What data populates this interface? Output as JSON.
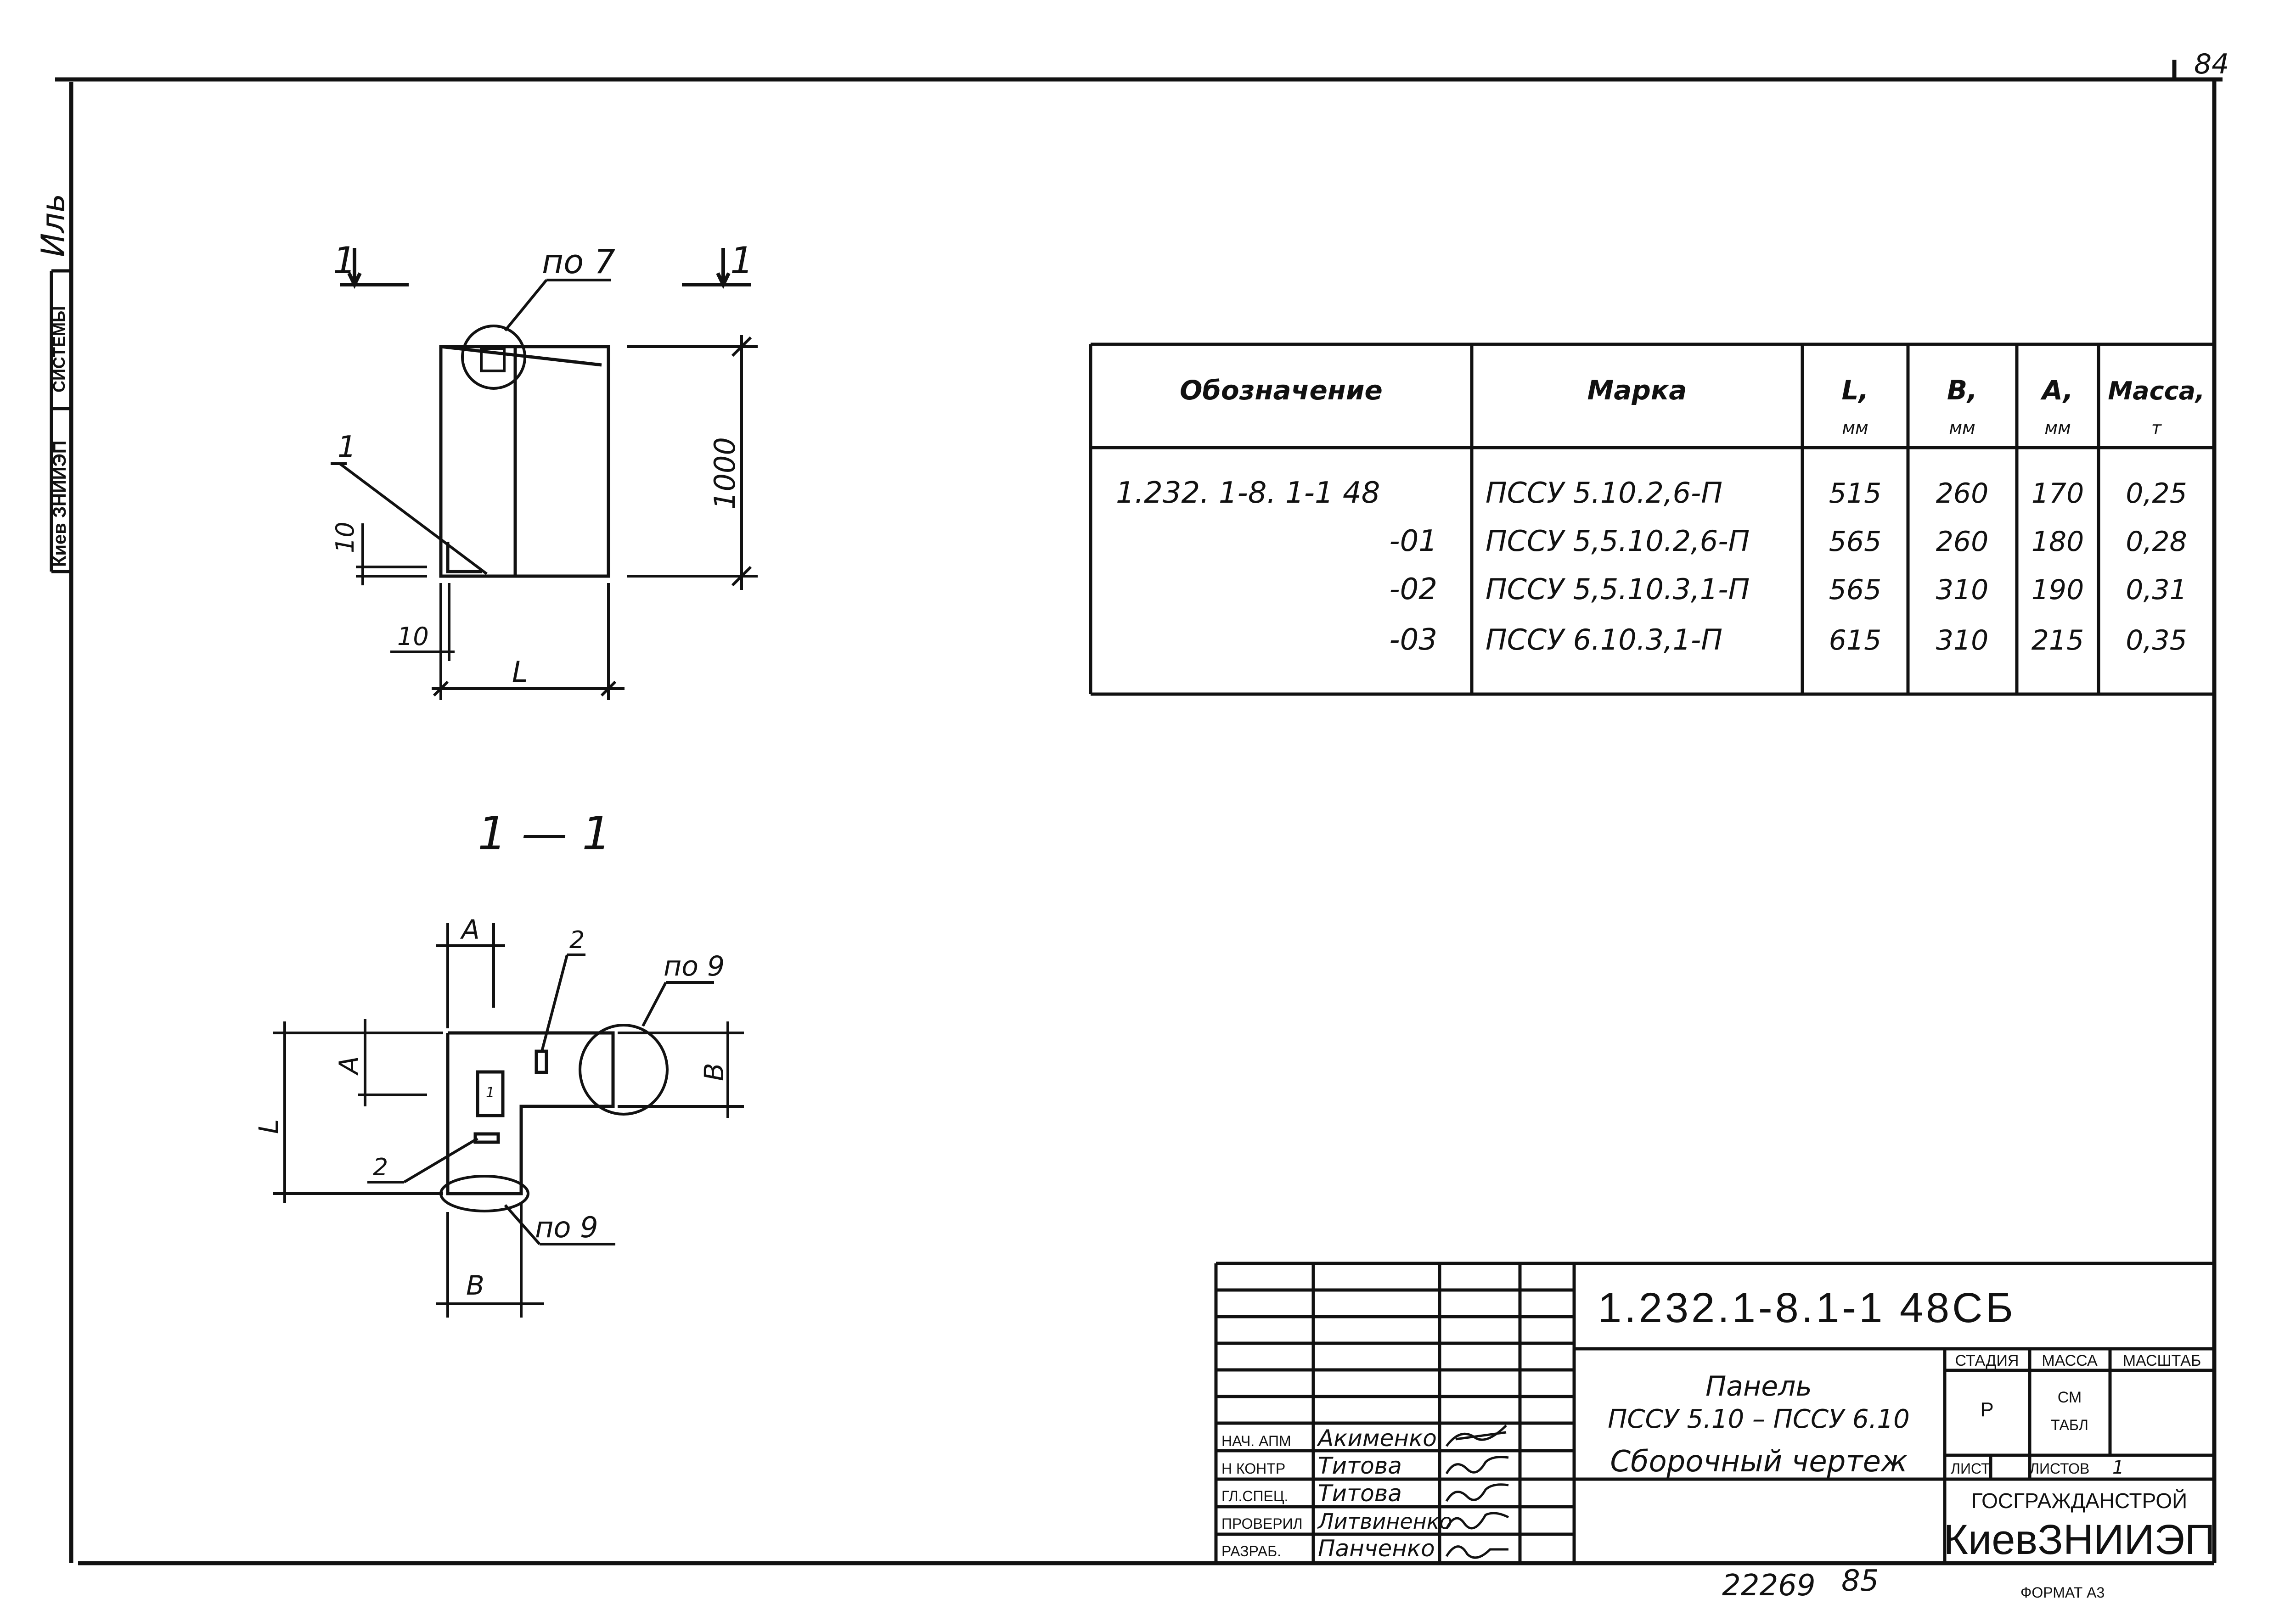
{
  "page_number": "84",
  "left_strip": {
    "org": "Киев ЗНИИЭП",
    "systems": "СИСТЕМЫ",
    "signature_text": "Иль"
  },
  "plan_view": {
    "cut_label_left": "1",
    "cut_label_right": "1",
    "callout_top": "по 7",
    "dim_height": "1000",
    "dim_small_vertical": "10",
    "dim_small_horizontal": "10",
    "dim_length": "L",
    "leader_part": "1"
  },
  "section_view": {
    "title": "1 — 1",
    "dim_a_top": "A",
    "dim_a_left": "A",
    "dim_l_left": "L",
    "dim_b_right": "B",
    "dim_b_bottom": "B",
    "callout_right": "по 9",
    "callout_bottom": "по 9",
    "leader_part_2a": "2",
    "leader_part_2b": "2",
    "inner_mark": "1"
  },
  "spec_table": {
    "headers": [
      {
        "label": "Обозначение",
        "unit": ""
      },
      {
        "label": "Марка",
        "unit": ""
      },
      {
        "label": "L,",
        "unit": "мм"
      },
      {
        "label": "B,",
        "unit": "мм"
      },
      {
        "label": "A,",
        "unit": "мм"
      },
      {
        "label": "Масса,",
        "unit": "т"
      }
    ],
    "rows": [
      [
        "1.232. 1-8. 1-1 48",
        "ПССУ 5.10.2,6-П",
        "515",
        "260",
        "170",
        "0,25"
      ],
      [
        "-01",
        "ПССУ 5,5.10.2,6-П",
        "565",
        "260",
        "180",
        "0,28"
      ],
      [
        "-02",
        "ПССУ 5,5.10.3,1-П",
        "565",
        "310",
        "190",
        "0,31"
      ],
      [
        "-03",
        "ПССУ 6.10.3,1-П",
        "615",
        "310",
        "215",
        "0,35"
      ]
    ]
  },
  "title_block": {
    "doc_number": "1.232.1-8.1-1 48СБ",
    "name_line1": "Панель",
    "name_line2": "ПССУ 5.10 – ПССУ 6.10",
    "name_line3": "Сборочный чертеж",
    "stage_header": "СТАДИЯ",
    "mass_header": "МАССА",
    "scale_header": "МАСШТАБ",
    "stage_value": "Р",
    "mass_value_1": "СМ",
    "mass_value_2": "ТАБЛ",
    "sheet_label": "ЛИСТ",
    "sheets_label": "ЛИСТОВ",
    "sheets_value": "1",
    "org_line1": "ГОСГРАЖДАНСТРОЙ",
    "org_line2": "КиевЗНИИЭП",
    "roles": [
      {
        "role": "НАЧ. АПМ",
        "name": "Акименко"
      },
      {
        "role": "Н КОНТР",
        "name": "Титова"
      },
      {
        "role": "ГЛ.СПЕЦ.",
        "name": "Титова"
      },
      {
        "role": "ПРОВЕРИЛ",
        "name": "Литвиненко"
      },
      {
        "role": "РАЗРАБ.",
        "name": "Панченко"
      }
    ]
  },
  "footer": {
    "inventory": "22269",
    "copy": "85",
    "format": "ФОРМАТ А3"
  }
}
